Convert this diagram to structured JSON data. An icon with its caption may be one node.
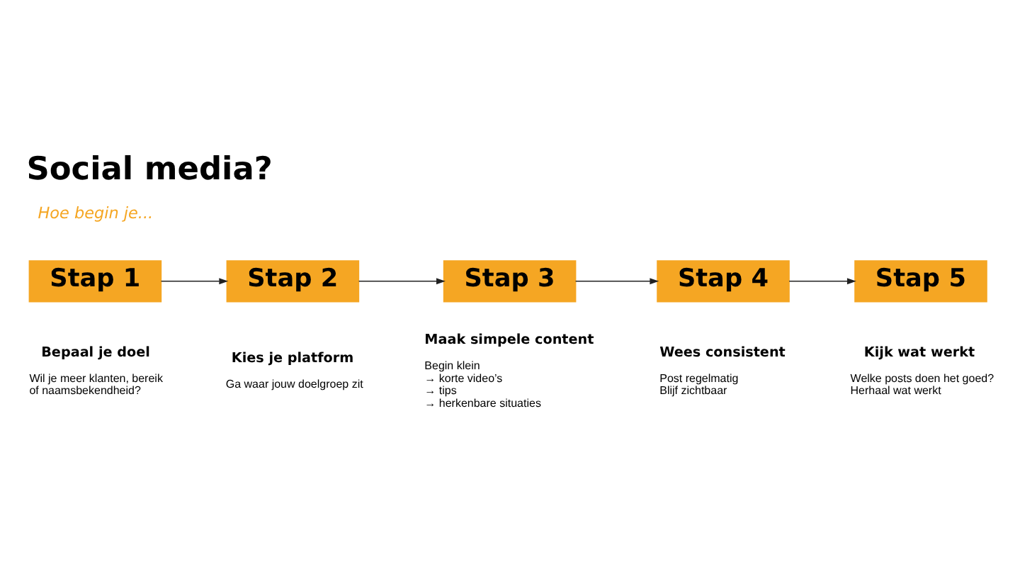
{
  "diagram": {
    "title": "Social media?",
    "nodes": [
      {
        "text": [
          "Stap 1"
        ],
        "beside": [
          "Bepaal je doel",
          "Wil je meer klanten, bereik of naamsbekendheid?"
        ]
      },
      {
        "text": [
          "Stap 2"
        ],
        "beside": [
          "Kies je platform",
          "Ga waar jouw doelgroep zit"
        ]
      },
      {
        "text": [
          "Stap 3"
        ],
        "beside": [
          "Maak simpele content",
          "Begin klein",
          "→ korte video’s",
          "→ tips",
          "→ herkenbare situaties"
        ]
      },
      {
        "text": [
          "Stap 4"
        ],
        "beside": [
          "Wees consistent",
          "Post regelmatig",
          "Blijf zichtbaar"
        ]
      },
      {
        "text": [
          "Stap 5"
        ],
        "beside": [
          "Kijk wat werkt",
          "Welke posts doen het goed?",
          "Herhaal wat werkt"
        ]
      }
    ],
    "edges": [
      {
        "from": 0,
        "to": 1,
        "arrow": "to"
      },
      {
        "from": 1,
        "to": 2,
        "arrow": "to"
      },
      {
        "from": 2,
        "to": 3,
        "arrow": "to"
      },
      {
        "from": 3,
        "to": 4,
        "arrow": "to"
      }
    ],
    "labels": [
      "Hoe begin je..."
    ]
  }
}
